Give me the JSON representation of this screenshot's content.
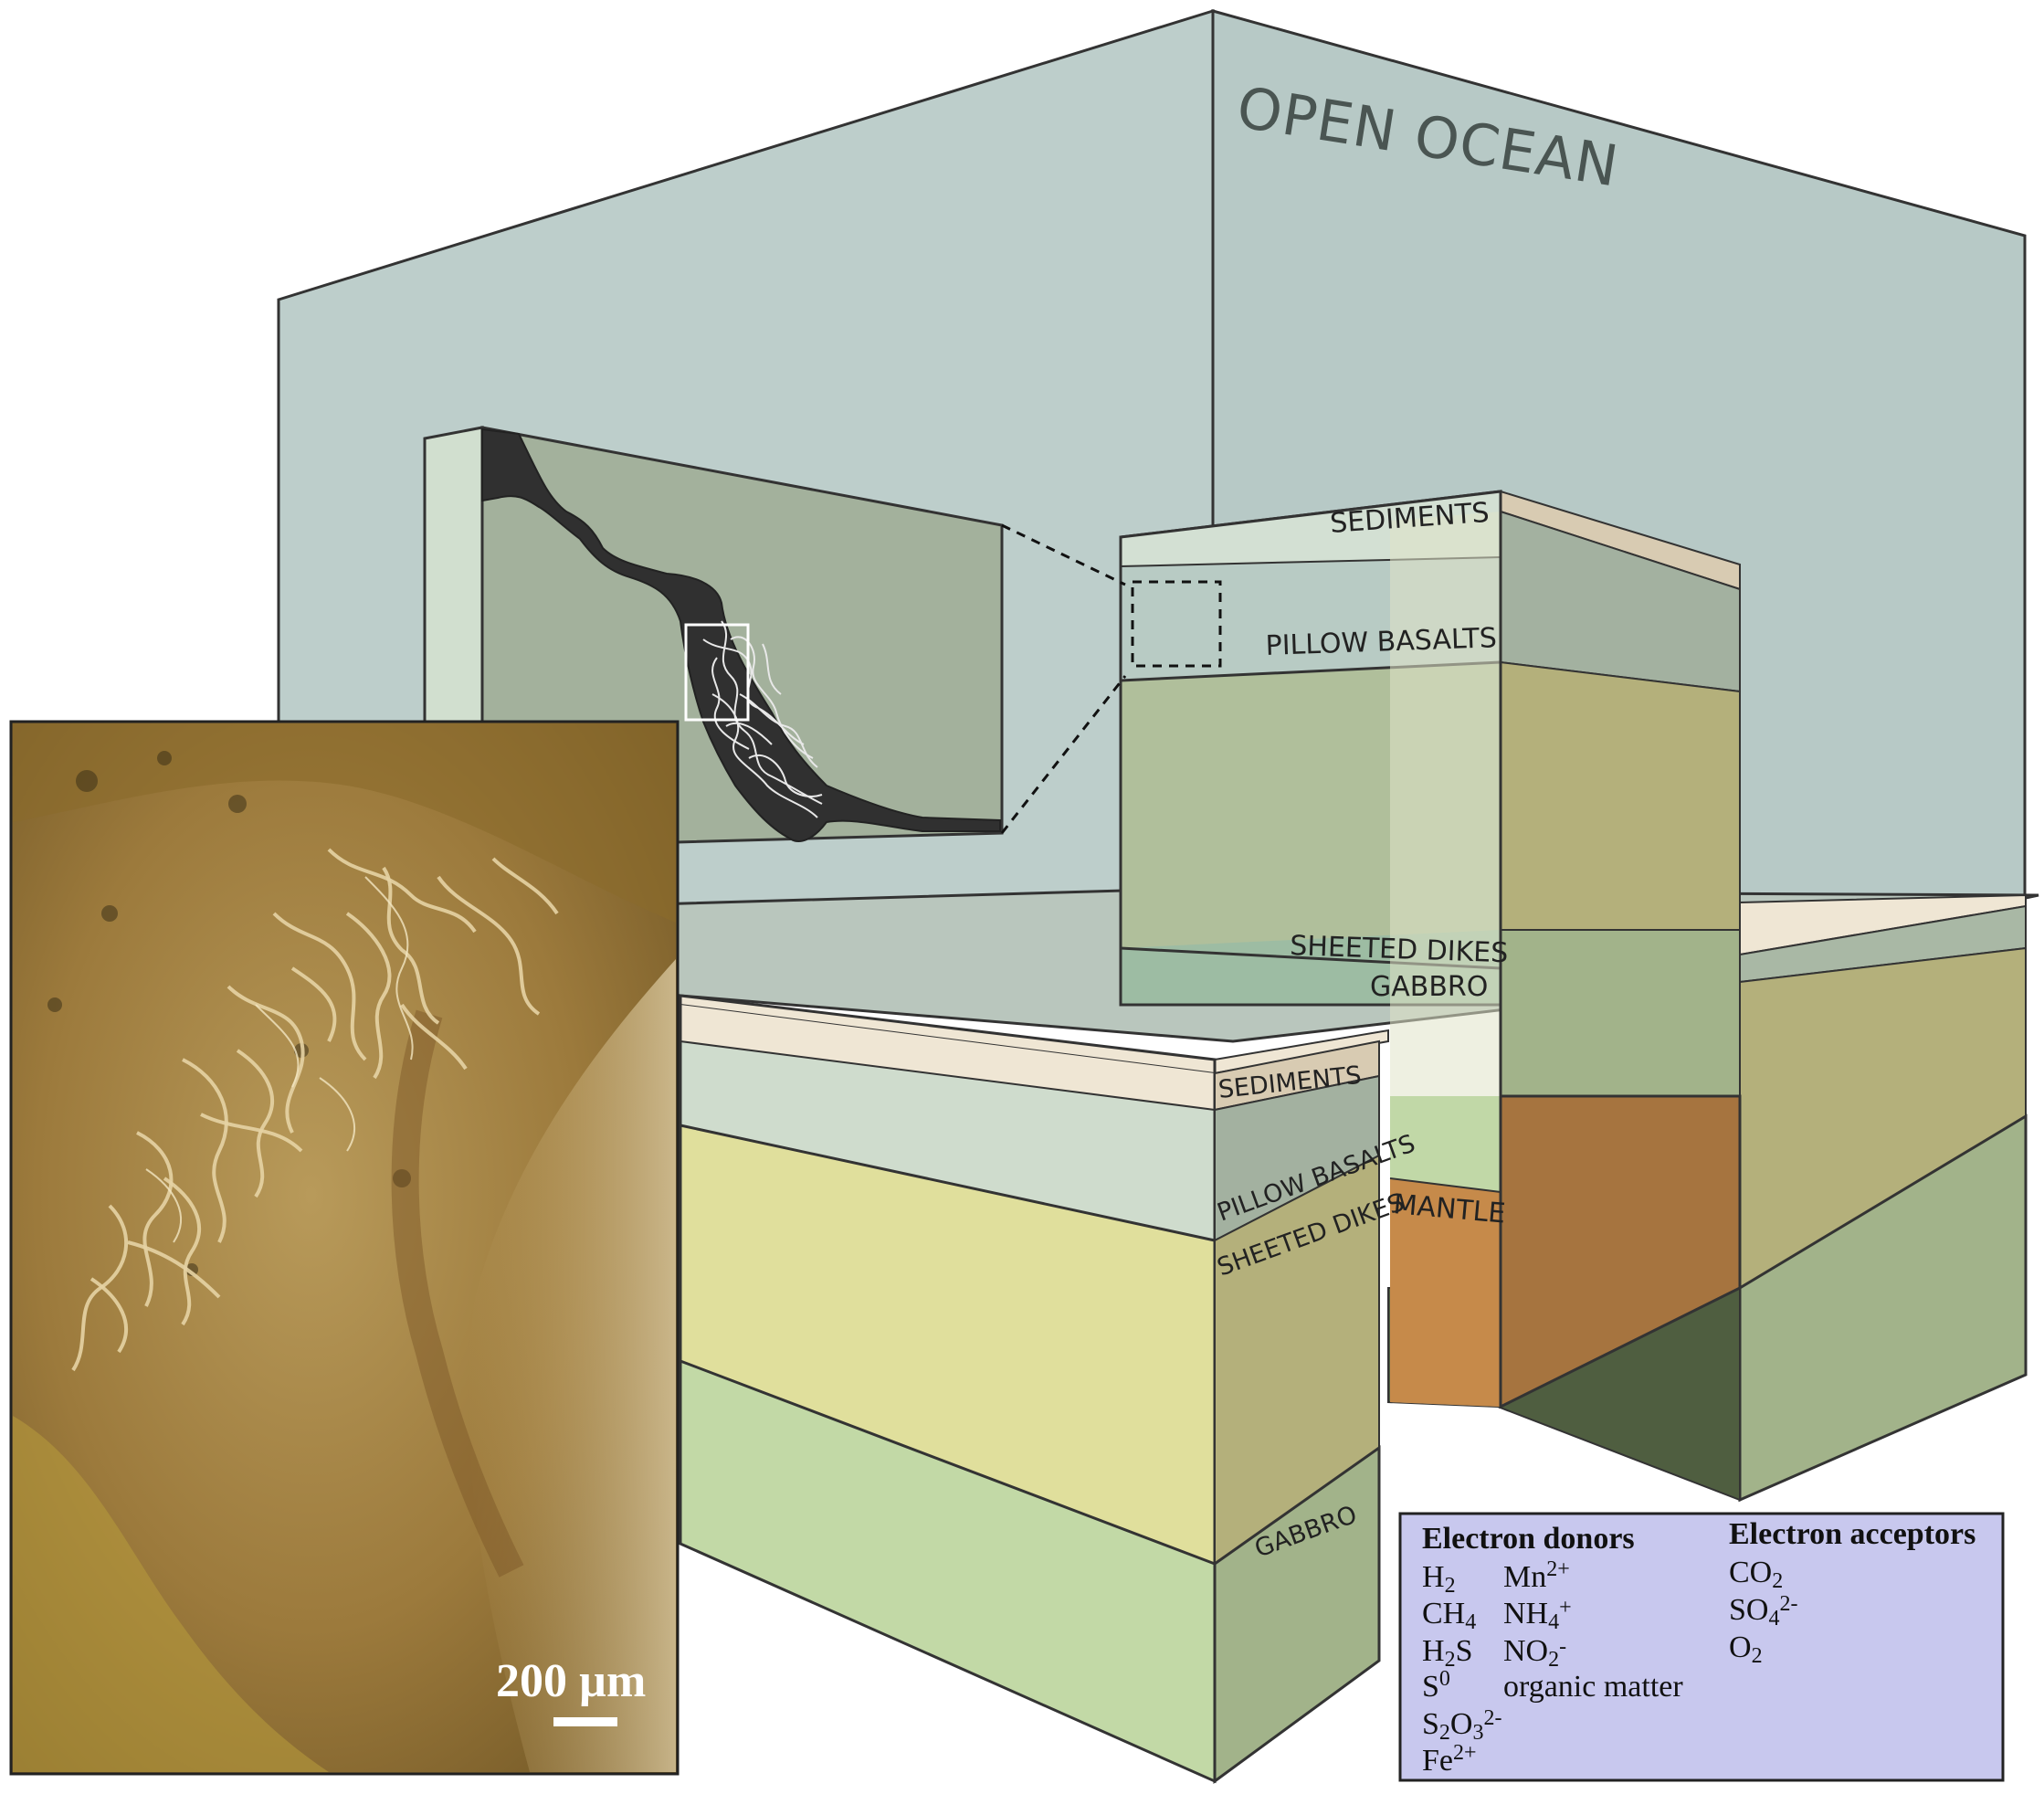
{
  "ocean": {
    "title": "OPEN OCEAN"
  },
  "front_block": {
    "labels": {
      "sediments": "SEDIMENTS",
      "pillow_basalts": "PILLOW BASALTS",
      "sheeted_dikes": "SHEETED DIKES",
      "gabbro": "GABBRO"
    }
  },
  "back_block": {
    "labels": {
      "sediments": "SEDIMENTS",
      "pillow_basalts": "PILLOW BASALTS",
      "sheeted_dikes": "SHEETED DIKES",
      "gabbro": "GABBRO",
      "mantle": "MANTLE"
    }
  },
  "micrograph": {
    "scale_label": "200 µm"
  },
  "legend": {
    "donors_title": "Electron donors",
    "acceptors_title": "Electron acceptors",
    "donors_col1": [
      "H2",
      "CH4",
      "H2S",
      "S0",
      "S2O32-",
      "Fe2+"
    ],
    "donors_col2": [
      "Mn2+",
      "NH4+",
      "NO2-",
      "organic matter"
    ],
    "acceptors": [
      "CO2",
      "SO42-",
      "O2"
    ]
  },
  "colors": {
    "ocean": "#bccdcb",
    "seafloor": "#b8c4bc",
    "sediments": "#efe6d4",
    "pillow_basalts": "#a3b1a0",
    "sheeted_dikes": "#b4b07b",
    "gabbro": "#a2b38a",
    "mantle": "#a6743f",
    "legend_bg": "#c8c8ee"
  }
}
